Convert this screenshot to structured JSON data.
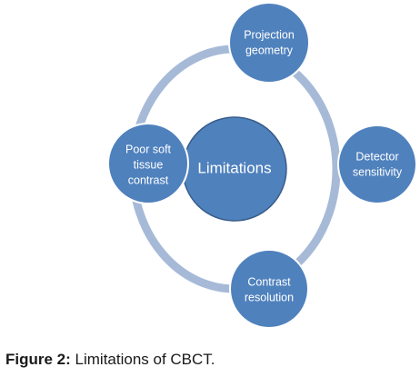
{
  "diagram": {
    "center": {
      "label": "Limitations"
    },
    "nodes": [
      {
        "lines": [
          "Projection",
          "geometry"
        ]
      },
      {
        "lines": [
          "Detector",
          "sensitivity"
        ]
      },
      {
        "lines": [
          "Contrast",
          "resolution"
        ]
      },
      {
        "lines": [
          "Poor soft",
          "tissue",
          "contrast"
        ]
      }
    ]
  },
  "caption": {
    "label": "Figure 2:",
    "text": " Limitations of CBCT."
  },
  "colors": {
    "node_fill": "#4f81bd",
    "node_stroke": "#385d8a",
    "ring": "#a6bad8",
    "text": "#ffffff"
  }
}
